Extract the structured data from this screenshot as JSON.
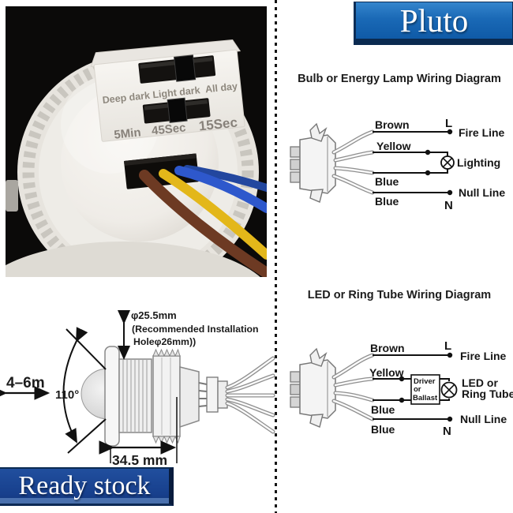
{
  "header": {
    "brand": "Pluto"
  },
  "footer": {
    "stock_label": "Ready stock"
  },
  "product_photo": {
    "mode_switch_labels": [
      "Deep dark",
      "Light dark",
      "All day"
    ],
    "time_switch_labels": [
      "5Min",
      "45Sec",
      "15Sec"
    ]
  },
  "bulb_diagram": {
    "title": "Bulb or Energy Lamp Wiring Diagram",
    "wire1": "Brown",
    "wire2": "Yellow",
    "wire3": "Blue",
    "wire4": "Blue",
    "live_terminal": "L",
    "neutral_terminal": "N",
    "fire_line": "Fire Line",
    "load_label": "Lighting",
    "null_line": "Null Line"
  },
  "led_diagram": {
    "title": "LED or Ring Tube Wiring Diagram",
    "wire1": "Brown",
    "wire2": "Yellow",
    "wire3": "Blue",
    "wire4": "Blue",
    "live_terminal": "L",
    "neutral_terminal": "N",
    "fire_line": "Fire Line",
    "driver_box": [
      "Driver",
      "or",
      "Ballast"
    ],
    "load_label": [
      "LED or",
      "Ring Tube"
    ],
    "null_line": "Null Line"
  },
  "dimensions": {
    "diameter": "φ25.5mm",
    "hole_note_line1": "(Recommended Installation",
    "hole_note_line2": "Holeφ26mm))",
    "detection_range": "4–6m",
    "detection_angle": "110°",
    "body_length": "34.5 mm"
  }
}
